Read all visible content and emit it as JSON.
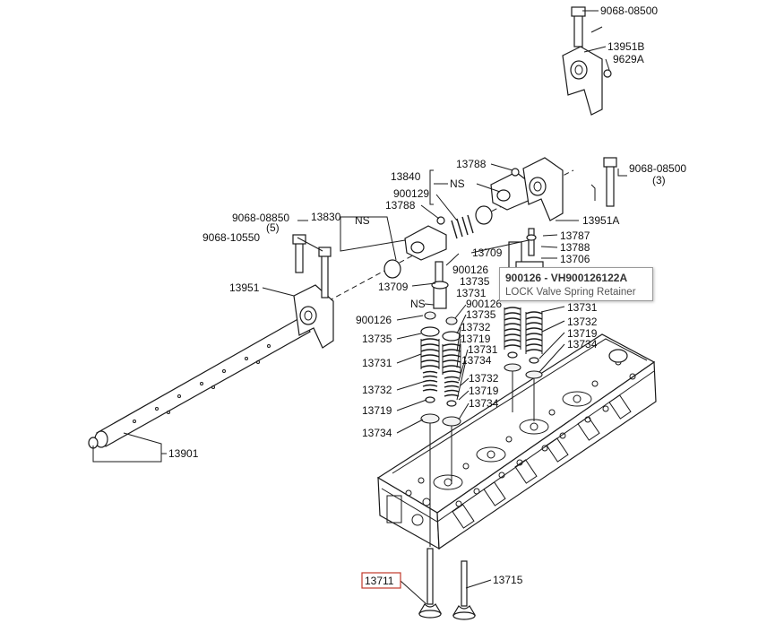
{
  "labels": {
    "p9068_08500_top": "9068-08500",
    "p13951B": "13951B",
    "p9629A": "9629A",
    "p13788_a": "13788",
    "p9068_08500_mid": "9068-08500",
    "p3": "(3)",
    "p13840": "13840",
    "pNS_a": "NS",
    "p900129": "900129",
    "p13788_b": "13788",
    "p13951A": "13951A",
    "p9068_08850": "9068-08850",
    "p13830": "13830",
    "pNS_b": "NS",
    "p5": "(5)",
    "p9068_10550": "9068-10550",
    "p13787": "13787",
    "p13788_c": "13788",
    "p13706": "13706",
    "p13709_a": "13709",
    "p900126_a": "900126",
    "p13735_a": "13735",
    "p13731_a": "13731",
    "p13709_b": "13709",
    "p13951": "13951",
    "pNS_c": "NS",
    "p900126_b": "900126",
    "p13735_b": "13735",
    "p900126_c": "900126",
    "p13735_c": "13735",
    "p13732_a": "13732",
    "p13719_a": "13719",
    "p13731_b": "13731",
    "p13734_a": "13734",
    "p13731_c": "13731",
    "p13732_b": "13732",
    "p13719_b": "13719",
    "p13734_b": "13734",
    "p13731_d": "13731",
    "p13732_c": "13732",
    "p13719_c": "13719",
    "p13734_c": "13734",
    "p13732_d": "13732",
    "p13719_d": "13719",
    "p13734_d": "13734",
    "p13901": "13901",
    "p13711": "13711",
    "p13715": "13715"
  },
  "tooltip": {
    "title": "900126 - VH900126122A",
    "description": "LOCK Valve Spring Retainer"
  },
  "colors": {
    "line": "#1a1a1a",
    "highlight_box": "#c0392b",
    "tooltip_border": "#9a9a9a"
  }
}
